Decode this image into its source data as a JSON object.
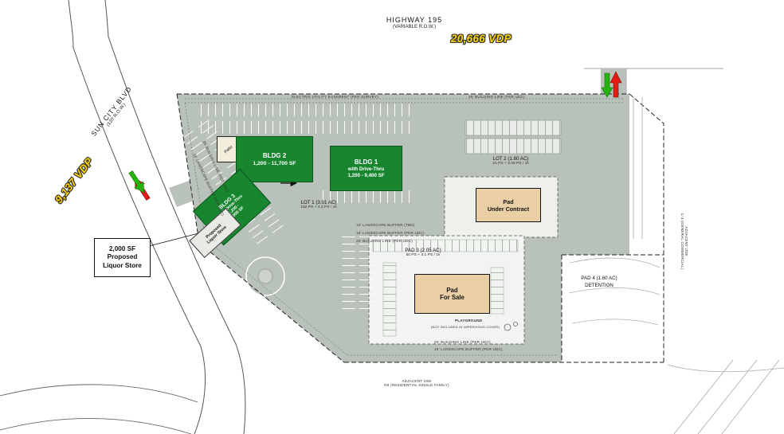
{
  "colors": {
    "site_gray": "#b9c2ba",
    "building_green": "#17862f",
    "pad_tan": "#eacfa5",
    "patio_cream": "#f3eddc",
    "vdp_yellow": "#ffd400",
    "arrow_green": "#27b30e",
    "arrow_red": "#e31b12"
  },
  "roads": {
    "highway_name": "HIGHWAY 195",
    "highway_row": "(VARIABLE R.O.W.)",
    "highway_vdp": "20,666 VDP",
    "blvd_name": "SUN CITY BLVD",
    "blvd_row": "(120' R.O.W.)",
    "blvd_vdp": "9,137 VDP"
  },
  "buildings": {
    "bldg1": {
      "name": "BLDG 1",
      "line2": "with Drive-Thru",
      "line3": "1,200 - 9,400 SF"
    },
    "bldg2": {
      "name": "BLDG 2",
      "line2": "1,200 - 11,700 SF"
    },
    "bldg3": {
      "name": "BLDG 3",
      "line2": "with Drive-Thru",
      "line3": "1,200 -",
      "line4": "9,000 SF"
    },
    "patio": "Patio",
    "liquor": {
      "line1": "Proposed",
      "line2": "Liquor Store"
    }
  },
  "pads": {
    "under_contract": {
      "line1": "Pad",
      "line2": "Under Contract"
    },
    "for_sale": {
      "line1": "Pad",
      "line2": "For Sale"
    }
  },
  "lots": {
    "lot1": {
      "name": "LOT 1 (3.91 AC)",
      "parking": "162 PS + 4.2 PS / 1k"
    },
    "lot2": {
      "name": "LOT 2 (1.80 AC)",
      "parking": "21 PS + 3.09 PS / 1k"
    },
    "pad3": {
      "name": "PAD 3 (2.05 AC)",
      "parking": "50 PS + 4.1 PS / 1k"
    },
    "pad4": {
      "name": "PAD 4 (1.60 AC)",
      "note": "DETENTION"
    }
  },
  "callout": {
    "line1": "2,000 SF",
    "line2": "Proposed",
    "line3": "Liquor Store"
  },
  "notes": {
    "electric_easement": "ELECTRIC UTILITY EASEMENT (PER SURVEY)",
    "building_line_top": "25' BUILDING LINE (PER UDC)",
    "buffer_10": "10' LANDSCAPE BUFFER (TBD)",
    "buffer_15": "15' LANDSCAPE BUFFER (PER UDC)",
    "building_line_20": "20' BUILDING LINE (PER UDC)",
    "building_line_bottom": "25' BUILDING LINE (PER UDC)",
    "buffer_bottom": "15' LANDSCAPE BUFFER (PER UDC)",
    "building_line_left": "25' BUILDING LINE (PER UDC)",
    "buffer_left": "15' LANDSCAPE BUFFER (PER UDC)",
    "playground": "PLAYGROUND",
    "playground_note": "(NOT INCLUDED IN IMPERVIOUS COVER)",
    "adjacent_east_1": "ADJACENT USE",
    "adjacent_east_2": "C-3 (GENERAL COMMERCIAL)",
    "adjacent_south_1": "ADJACENT USE",
    "adjacent_south_2": "R6 (RESIDENTIAL SINGLE FAMILY)"
  }
}
